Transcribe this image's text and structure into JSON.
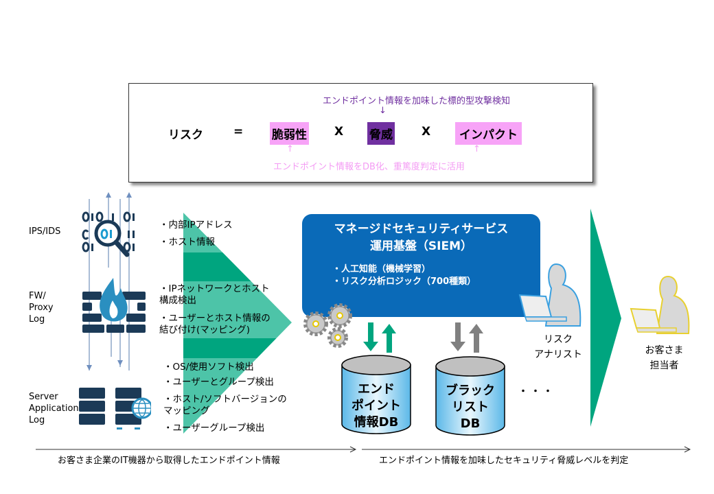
{
  "formula": {
    "top_note": "エンドポイント情報を加味した標的型攻撃検知",
    "down_arrow": "↓",
    "risk": "リスク",
    "equals": "=",
    "vulnerability": "脆弱性",
    "times1": "X",
    "threat": "脅威",
    "times2": "X",
    "impact": "インパクト",
    "up_arrow": "↑",
    "bottom_note": "エンドポイント情報をDB化、重篤度判定に活用",
    "colors": {
      "pink": "#f7a3f7",
      "purple": "#7030a0",
      "pink_text": "#f49cf4"
    }
  },
  "sources": [
    {
      "label": "IPS/IDS"
    },
    {
      "label": "FW/\nProxy\nLog"
    },
    {
      "label": "Server\nApplication\nLog"
    }
  ],
  "endpoint_items": [
    [
      "・内部IPアドレス",
      "・ホスト情報"
    ],
    [
      "・IPネットワークとホスト\n構成検出",
      "・ユーザーとホスト情報の\n結び付け(マッピング)"
    ],
    [
      "・OS/使用ソフト検出",
      "・ユーザーとグループ検出",
      "・ホスト/ソフトバージョンの\nマッピング",
      "・ユーザーグループ検出"
    ]
  ],
  "siem": {
    "title1": "マネージドセキュリティサービス",
    "title2": "運用基盤（SIEM）",
    "items": [
      "・人工知能（機械学習）",
      "・リスク分析ロジック（700種類）"
    ]
  },
  "databases": [
    {
      "label": "エンド\nポイント\n情報DB"
    },
    {
      "label": "ブラック\nリスト\nDB"
    }
  ],
  "ellipsis": "・・・",
  "analyst_label": "リスク\nアナリスト",
  "customer_label": "お客さま\n担当者",
  "footer": {
    "left": "お客さま企業のIT機器から取得したエンドポイント情報",
    "right": "エンドポイント情報を加味したセキュリティ脅威レベルを判定"
  },
  "colors": {
    "green": "#00a57f",
    "green_light": "#4dc4a8",
    "blue": "#0a6ab8",
    "navy": "#1b3a57"
  }
}
